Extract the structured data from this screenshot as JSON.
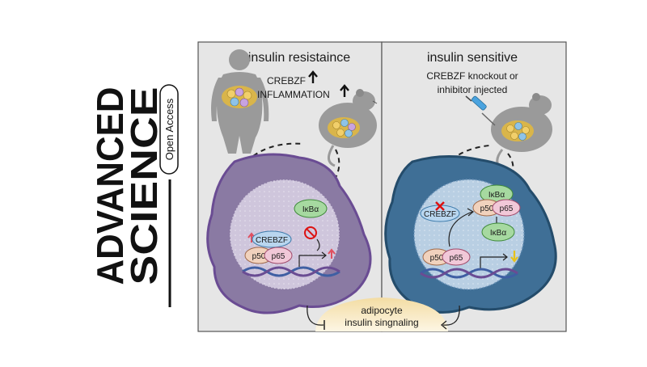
{
  "journal": {
    "line1": "ADVANCED",
    "line2": "SCIENCE",
    "tag": "Open Access"
  },
  "left_panel": {
    "title": "insulin resistaince",
    "crebzf_label": "CREBZF",
    "inflammation_label": "INFLAMMATION",
    "ikba": "IκBα",
    "crebzf_nucleus": "CREBZF",
    "p50": "p50",
    "p65": "p65"
  },
  "right_panel": {
    "title": "insulin sensitive",
    "desc_line1": "CREBZF knockout or",
    "desc_line2": "inhibitor injected",
    "ikba_top": "IκBα",
    "crebzf_ko": "CREBZF",
    "p50_top": "p50",
    "p65_top": "p65",
    "ikba_mid": "IκBα",
    "p50": "p50",
    "p65": "p65"
  },
  "bottom": {
    "line1": "adipocyte",
    "line2": "insulin singnaling"
  },
  "colors": {
    "left_cell": "#8a7aa3",
    "left_cell_border": "#6a4c93",
    "right_cell": "#3f6f96",
    "right_cell_border": "#244c6b",
    "panel_bg": "#e6e6e6",
    "bubble_blue": "#b9d6ef",
    "bubble_green": "#a6d9a0",
    "bubble_pink": "#f1c8d8",
    "bubble_peach": "#f1d2bd",
    "signal_fill": "#f6e7c0"
  }
}
